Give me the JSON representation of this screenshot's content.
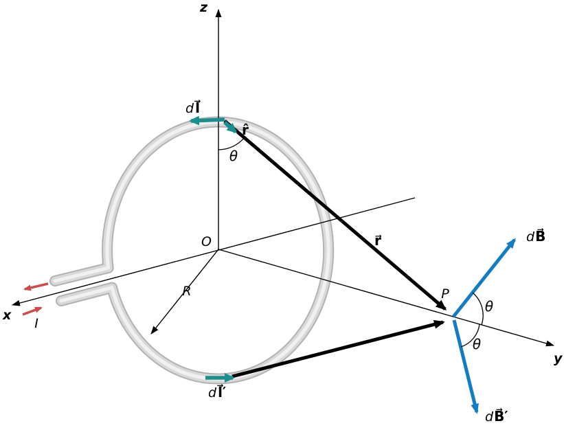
{
  "figure": {
    "type": "physics-diagram",
    "subject": "magnetic field contributions dB and dB' at point P on the axis of a circular current loop"
  },
  "colors": {
    "black": "#000000",
    "teal": "#1a8f8d",
    "blue": "#127dc2",
    "red": "#cf4b4b"
  },
  "labels": {
    "axis_z": "z",
    "axis_x": "x",
    "axis_y": "y",
    "origin": "O",
    "radius": "R",
    "current": "I",
    "point_p": "P",
    "theta_top": "θ",
    "theta_upper": "θ",
    "theta_lower": "θ",
    "r_hat": "r̂",
    "r_vec": "r⃗",
    "dl": {
      "prefix": "d",
      "symbol": "l⃗"
    },
    "dl_prime": {
      "prefix": "d",
      "symbol": "l⃗′"
    },
    "dB": {
      "prefix": "d",
      "symbol": "B⃗"
    },
    "dB_prime": {
      "prefix": "d",
      "symbol": "B⃗′"
    }
  }
}
